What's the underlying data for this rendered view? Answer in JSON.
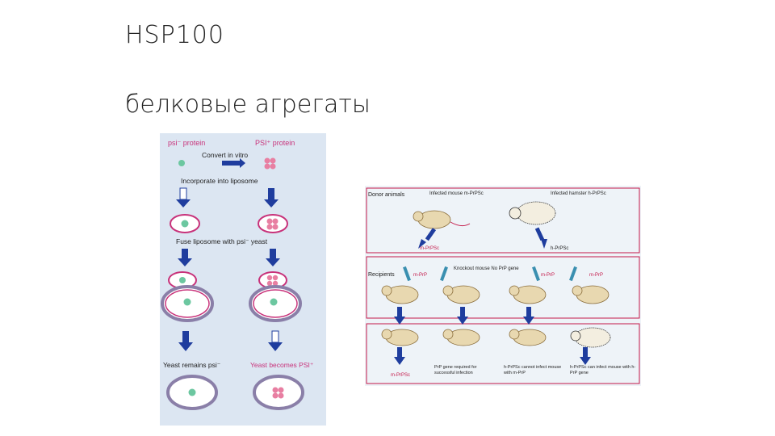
{
  "slide": {
    "title": "HSP100",
    "subtitle": "белковые агрегаты"
  },
  "left_figure": {
    "psi_minus_protein": "psi⁻ protein",
    "psi_plus_protein": "PSI⁺ protein",
    "convert_in_vitro": "Convert in vitro",
    "incorporate": "Incorporate into liposome",
    "fuse": "Fuse liposome with psi⁻ yeast",
    "yeast_remains": "Yeast remains psi⁻",
    "yeast_becomes": "Yeast becomes PSI⁺",
    "colors": {
      "background": "#dce6f2",
      "membrane": "#c8327a",
      "cell_wall": "#8a7fa8",
      "arrow": "#1f3d9e",
      "green": "#6cc7a0",
      "pink": "#e87fa2"
    }
  },
  "right_figure": {
    "row1_label": "Donor animals",
    "infected_mouse": "Infected mouse m-PrPSc",
    "infected_hamster": "Infected hamster h-PrPSc",
    "m_prp_sc": "m-PrPSc",
    "h_prp_sc": "h-PrPSc",
    "row2_label": "Recipients",
    "knockout": "Knockout mouse No PrP gene",
    "rec_mprp_1": "m-PrP",
    "rec_mprp_2": "m-PrP",
    "rec_mprp_3": "m-PrP",
    "result_1": "m-PrPSc",
    "result_2": "PrP gene required for successful infection",
    "result_3": "h-PrPSc cannot infect mouse with m-PrP",
    "result_4": "h-PrPSc can infect mouse with h-PrP gene",
    "colors": {
      "border": "#c41a4a",
      "background": "#eef3f8",
      "arrow": "#1f3d9e",
      "syringe": "#3a8fb0"
    }
  }
}
